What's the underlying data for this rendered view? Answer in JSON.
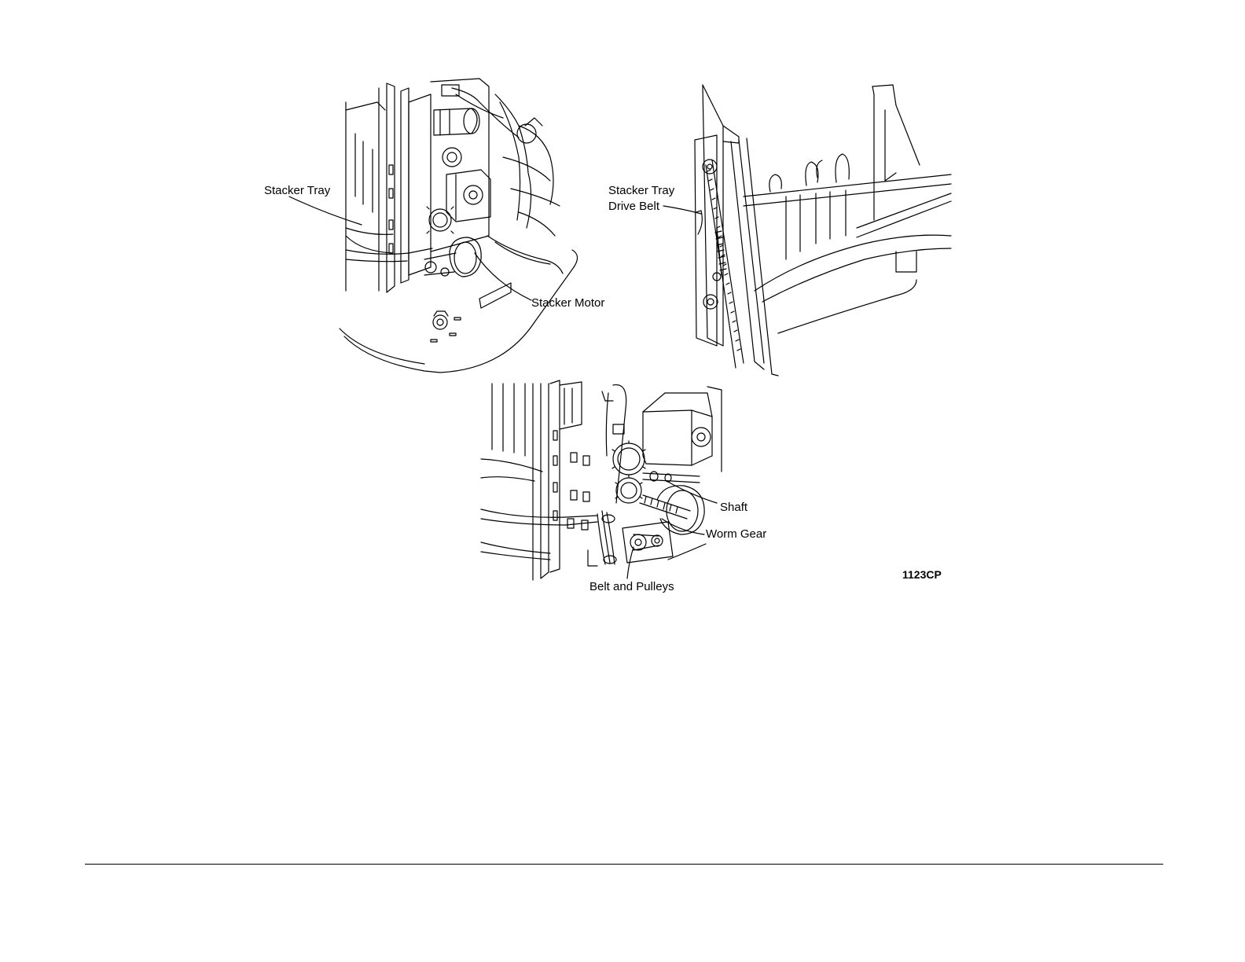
{
  "figure": {
    "labels": {
      "stacker_tray": "Stacker Tray",
      "drive_belt_line1": "Stacker Tray",
      "drive_belt_line2": "Drive Belt",
      "stacker_motor": "Stacker Motor",
      "shaft": "Shaft",
      "worm_gear": "Worm Gear",
      "belt_and_pulleys": "Belt and Pulleys"
    },
    "figure_id": "1123CP"
  },
  "colors": {
    "ink": "#000000",
    "paper": "#ffffff"
  }
}
